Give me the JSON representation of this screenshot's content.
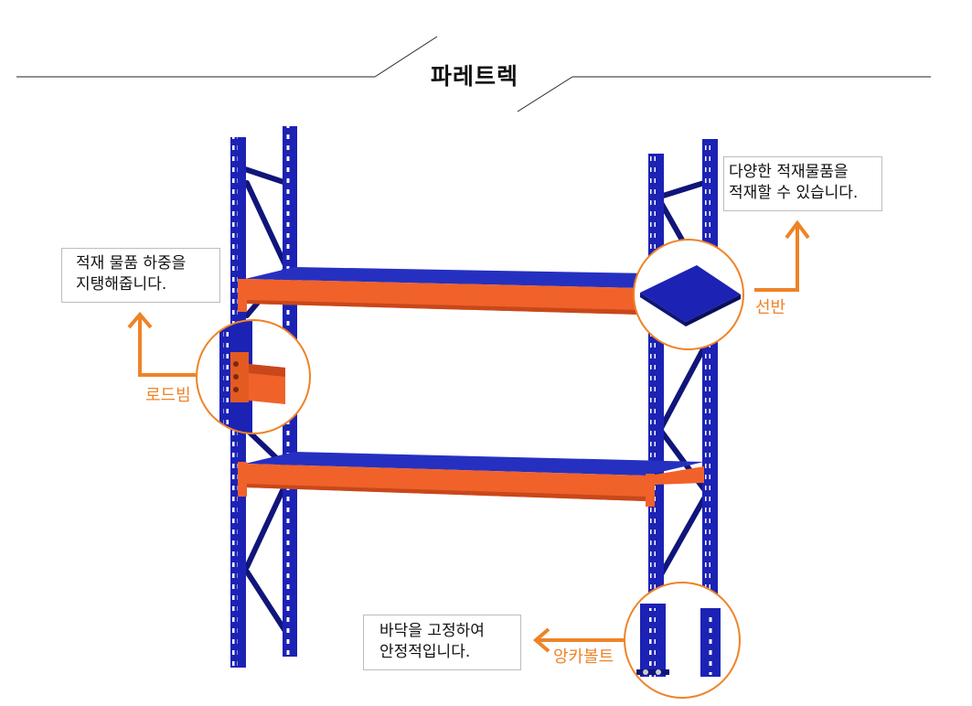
{
  "title": "파레트렉",
  "callouts": {
    "shelf": {
      "label": "선반",
      "desc_line1": "다양한 적재물품을",
      "desc_line2": "적재할 수 있습니다."
    },
    "load_beam": {
      "label": "로드빔",
      "desc_line1": "적재 물품 하중을",
      "desc_line2": "지탱해줍니다."
    },
    "anchor_bolt": {
      "label": "앙카볼트",
      "desc_line1": "바닥을 고정하여",
      "desc_line2": "안정적입니다."
    }
  },
  "colors": {
    "frame_blue": "#1c22b4",
    "frame_dark": "#10157a",
    "beam_orange": "#f0622a",
    "beam_dark": "#c9471a",
    "shelf_blue": "#2630c0",
    "accent_orange": "#ee8327",
    "line_dark": "#222222"
  }
}
